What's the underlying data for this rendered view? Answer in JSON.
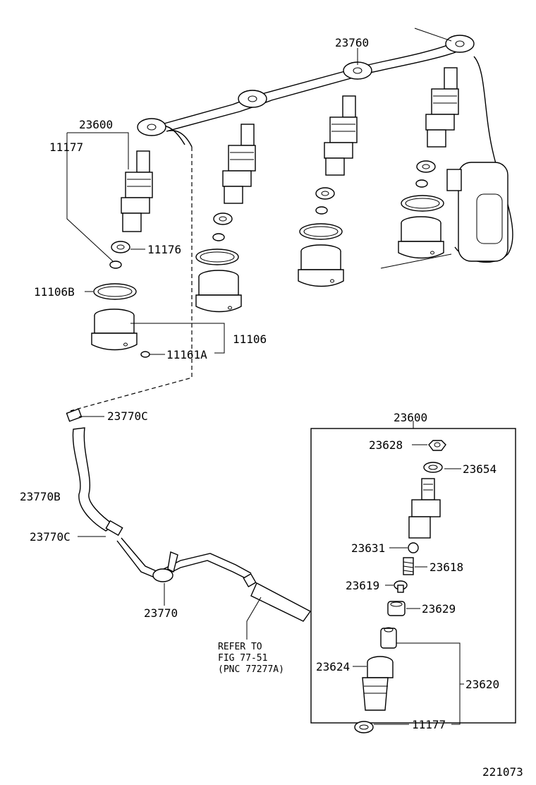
{
  "labels": {
    "pipe_23760": "23760",
    "nozzle_23600": "23600",
    "gasket_11177": "11177",
    "seat_11176": "11176",
    "ring_11106b": "11106B",
    "holder_11106": "11106",
    "pin_11161a": "11161A",
    "clamp_23770c_top": "23770C",
    "hose_23770b": "23770B",
    "clamp_23770c_bot": "23770C",
    "pipe_23770": "23770",
    "refer_line1": "REFER TO",
    "refer_line2": "FIG 77-51",
    "refer_line3": "(PNC 77277A)",
    "box_23600": "23600",
    "nut_23628": "23628",
    "washer_23654": "23654",
    "ball_23631": "23631",
    "spring_23618": "23618",
    "pin_23619": "23619",
    "spacer_23629": "23629",
    "body_23624": "23624",
    "assy_23620": "23620",
    "gasket_11177_box": "11177",
    "figure_number": "221073"
  }
}
